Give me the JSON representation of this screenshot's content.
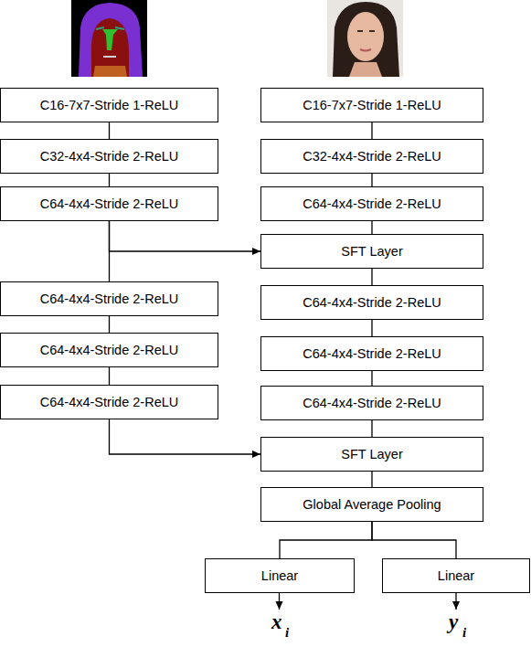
{
  "diagram": {
    "nodes": [
      {
        "text": [
          "C16-7x7-Stride 1-ReLU"
        ]
      },
      {
        "text": [
          "C32-4x4-Stride 2-ReLU"
        ]
      },
      {
        "text": [
          "C64-4x4-Stride 2-ReLU"
        ]
      },
      {
        "text": [
          "C64-4x4-Stride 2-ReLU"
        ]
      },
      {
        "text": [
          "C64-4x4-Stride 2-ReLU"
        ]
      },
      {
        "text": [
          "C64-4x4-Stride 2-ReLU"
        ]
      },
      {
        "text": [
          "C16-7x7-Stride 1-ReLU"
        ]
      },
      {
        "text": [
          "C32-4x4-Stride 2-ReLU"
        ]
      },
      {
        "text": [
          "C64-4x4-Stride 2-ReLU"
        ]
      },
      {
        "text": [
          "SFT Layer"
        ]
      },
      {
        "text": [
          "C64-4x4-Stride 2-ReLU"
        ]
      },
      {
        "text": [
          "C64-4x4-Stride 2-ReLU"
        ]
      },
      {
        "text": [
          "C64-4x4-Stride 2-ReLU"
        ]
      },
      {
        "text": [
          "SFT Layer"
        ]
      },
      {
        "text": [
          "Global Average Pooling"
        ]
      },
      {
        "text": [
          "Linear"
        ]
      },
      {
        "text": [
          "Linear"
        ]
      }
    ],
    "edges": [
      {
        "from": 0,
        "to": 1,
        "arrow": "none"
      },
      {
        "from": 1,
        "to": 2,
        "arrow": "none"
      },
      {
        "from": 2,
        "to": 3,
        "arrow": "none"
      },
      {
        "from": 3,
        "to": 4,
        "arrow": "none"
      },
      {
        "from": 4,
        "to": 5,
        "arrow": "none"
      },
      {
        "from": 2,
        "to": 9,
        "arrow": "to"
      },
      {
        "from": 5,
        "to": 13,
        "arrow": "to"
      },
      {
        "from": 6,
        "to": 7,
        "arrow": "none"
      },
      {
        "from": 7,
        "to": 8,
        "arrow": "none"
      },
      {
        "from": 8,
        "to": 9,
        "arrow": "none"
      },
      {
        "from": 9,
        "to": 10,
        "arrow": "none"
      },
      {
        "from": 10,
        "to": 11,
        "arrow": "none"
      },
      {
        "from": 11,
        "to": 12,
        "arrow": "none"
      },
      {
        "from": 12,
        "to": 13,
        "arrow": "none"
      },
      {
        "from": 13,
        "to": 14,
        "arrow": "none"
      },
      {
        "from": 14,
        "to": 15,
        "arrow": "none"
      },
      {
        "from": 14,
        "to": 16,
        "arrow": "none"
      }
    ],
    "labels": [
      "x",
      "i",
      "y",
      "i"
    ]
  }
}
